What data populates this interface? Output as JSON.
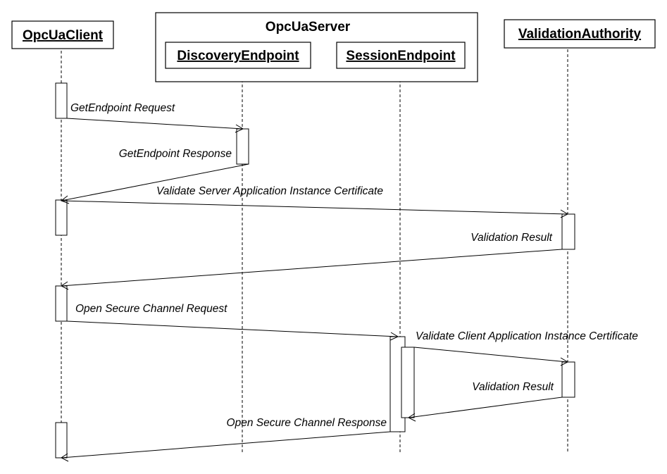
{
  "participants": {
    "client": "OpcUaClient",
    "server": "OpcUaServer",
    "discovery": "DiscoveryEndpoint",
    "session": "SessionEndpoint",
    "authority": "ValidationAuthority"
  },
  "messages": {
    "get_endpoint_request": "GetEndpoint Request",
    "get_endpoint_response": "GetEndpoint Response",
    "validate_server_cert": "Validate Server Application Instance Certificate",
    "validation_result_1": "Validation Result",
    "open_secure_channel_request": "Open Secure Channel Request",
    "validate_client_cert": "Validate Client Application Instance Certificate",
    "validation_result_2": "Validation Result",
    "open_secure_channel_response": "Open Secure Channel Response"
  }
}
